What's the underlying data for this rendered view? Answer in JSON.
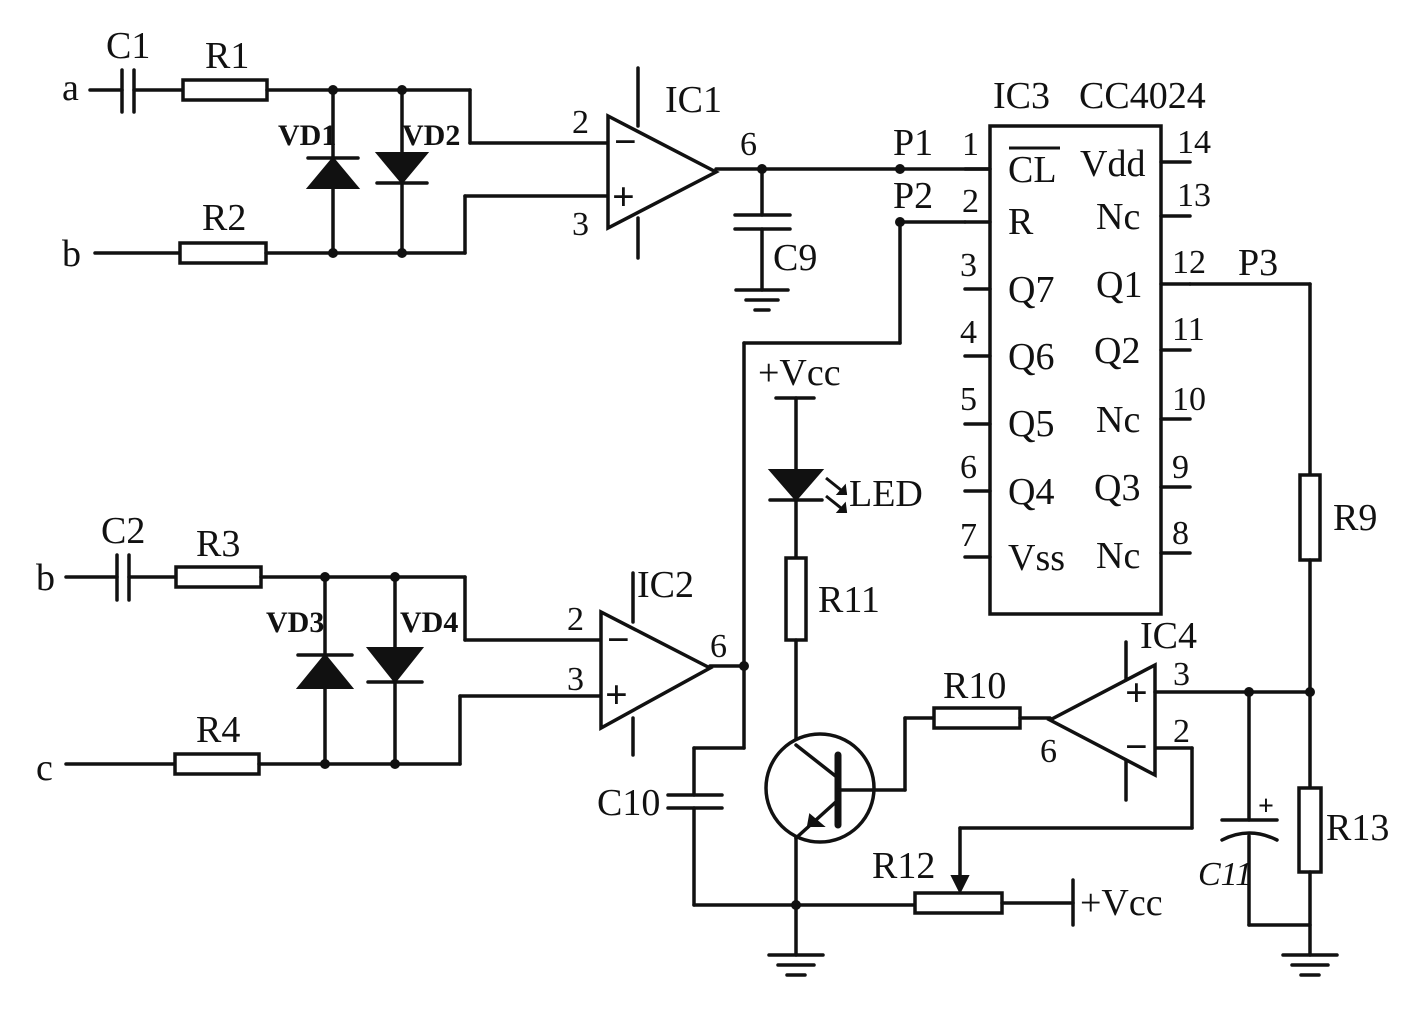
{
  "inputs": {
    "a": "a",
    "b_top": "b",
    "b_bottom": "b",
    "c": "c"
  },
  "capacitors": {
    "c1": "C1",
    "c2": "C2",
    "c9": "C9",
    "c10": "C10",
    "c11": "C11"
  },
  "resistors": {
    "r1": "R1",
    "r2": "R2",
    "r3": "R3",
    "r4": "R4",
    "r9": "R9",
    "r10": "R10",
    "r11": "R11",
    "r12": "R12",
    "r13": "R13"
  },
  "diodes": {
    "vd1": "VD1",
    "vd2": "VD2",
    "vd3": "VD3",
    "vd4": "VD4"
  },
  "led": "LED",
  "opamps": {
    "ic1": {
      "name": "IC1",
      "pin_inv": "2",
      "pin_noninv": "3",
      "pin_out": "6"
    },
    "ic2": {
      "name": "IC2",
      "pin_inv": "2",
      "pin_noninv": "3",
      "pin_out": "6"
    },
    "ic4": {
      "name": "IC4",
      "pin_noninv": "3",
      "pin_inv": "2",
      "pin_out": "6"
    }
  },
  "counter": {
    "name": "IC3",
    "part": "CC4024",
    "left_pins": [
      {
        "num": "1",
        "label": "CL",
        "overbar": true
      },
      {
        "num": "2",
        "label": "R"
      },
      {
        "num": "3",
        "label": "Q7"
      },
      {
        "num": "4",
        "label": "Q6"
      },
      {
        "num": "5",
        "label": "Q5"
      },
      {
        "num": "6",
        "label": "Q4"
      },
      {
        "num": "7",
        "label": "Vss"
      }
    ],
    "right_pins": [
      {
        "num": "14",
        "label": "Vdd"
      },
      {
        "num": "13",
        "label": "Nc"
      },
      {
        "num": "12",
        "label": "Q1"
      },
      {
        "num": "11",
        "label": "Q2"
      },
      {
        "num": "10",
        "label": "Nc"
      },
      {
        "num": "9",
        "label": "Q3"
      },
      {
        "num": "8",
        "label": "Nc"
      }
    ]
  },
  "nets": {
    "p1": "P1",
    "p2": "P2",
    "p3": "P3"
  },
  "supply": {
    "vcc_top": "+Vcc",
    "vcc_r12": "+Vcc"
  },
  "symbols": {
    "minus": "−",
    "plus": "+",
    "electrolytic_plus": "+"
  }
}
